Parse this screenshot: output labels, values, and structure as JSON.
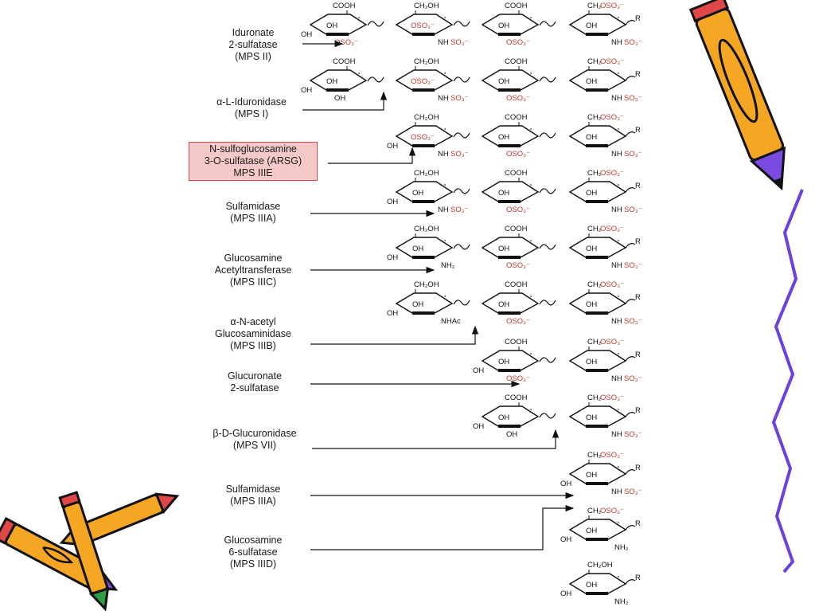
{
  "chem": {
    "coo": "COOH",
    "ch2oh": "CH₂OH",
    "ch2": "CH₂",
    "oso3": "OSO₃⁻",
    "so3": "SO₃⁻",
    "nh": "NH",
    "nh2": "NH₂",
    "nhac": "NHAc",
    "oh": "OH",
    "r": "R"
  },
  "colors": {
    "sulfate": "#c0392b",
    "ink": "#111111",
    "pencil_orange": "#f5a623",
    "zigzag": "#6b3fe0"
  },
  "decorations": {
    "right": "pencil-clipart",
    "bottom_left": "crossed-pencils-clipart",
    "edge": "purple-zigzag-line"
  },
  "enzymes": [
    {
      "lines": [
        "Iduronate",
        "2-sulfatase",
        "(MPS II)"
      ]
    },
    {
      "lines": [
        "α-L-Iduronidase",
        "(MPS I)"
      ]
    },
    {
      "lines": [
        "N-sulfoglucosamine",
        "3-O-sulfatase (ARSG)",
        "MPS IIIE"
      ]
    },
    {
      "lines": [
        "Sulfamidase",
        "(MPS IIIA)"
      ]
    },
    {
      "lines": [
        "Glucosamine",
        "Acetyltransferase",
        "(MPS IIIC)"
      ]
    },
    {
      "lines": [
        "α-N-acetyl",
        "Glucosaminidase",
        "(MPS IIIB)"
      ]
    },
    {
      "lines": [
        "Glucuronate",
        "2-sulfatase"
      ]
    },
    {
      "lines": [
        "β-D-Glucuronidase",
        "(MPS VII)"
      ]
    },
    {
      "lines": [
        "Sulfamidase",
        "(MPS IIIA)"
      ]
    },
    {
      "lines": [
        "Glucosamine",
        "6-sulfatase",
        "(MPS IIID)"
      ]
    }
  ]
}
